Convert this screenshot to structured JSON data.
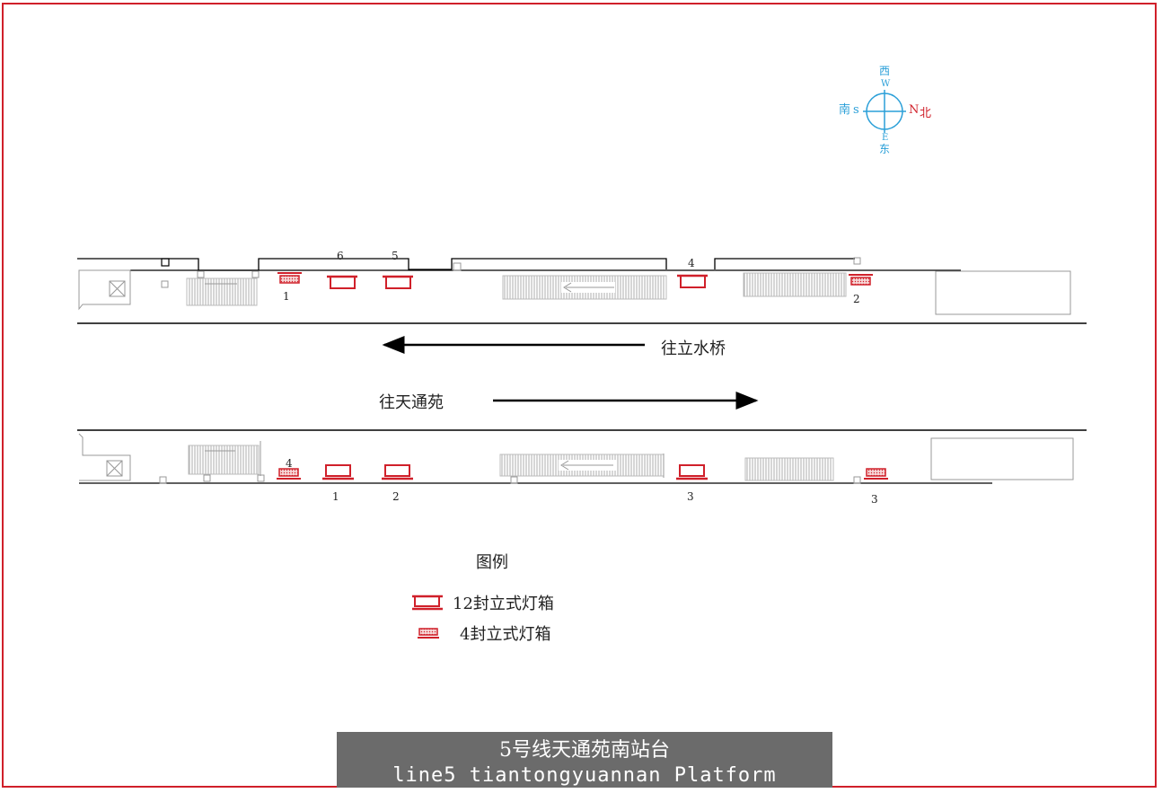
{
  "compass": {
    "west_zh": "西",
    "west_en": "W",
    "south_zh": "南",
    "south_en": "s",
    "north_en": "N",
    "north_zh": "北",
    "east_en": "E",
    "east_zh": "东"
  },
  "directions": {
    "to_lishuiqiao": "往立水桥",
    "to_tiantongyuan": "往天通苑"
  },
  "upper_platform": {
    "labels": [
      "6",
      "5",
      "4",
      "1",
      "2"
    ]
  },
  "lower_platform": {
    "labels": [
      "4",
      "1",
      "2",
      "3",
      "3"
    ]
  },
  "legend": {
    "title": "图例",
    "items": [
      {
        "label": "12封立式灯箱",
        "icon": "large-lightbox-icon"
      },
      {
        "label": "4封立式灯箱",
        "icon": "small-lightbox-icon"
      }
    ]
  },
  "colors": {
    "accent_red": "#d0202a",
    "compass_blue": "#2a9fd8",
    "title_bar": "#6b6b6b"
  },
  "title": {
    "zh": "5号线天通苑南站台",
    "en": "line5 tiantongyuannan Platform"
  }
}
